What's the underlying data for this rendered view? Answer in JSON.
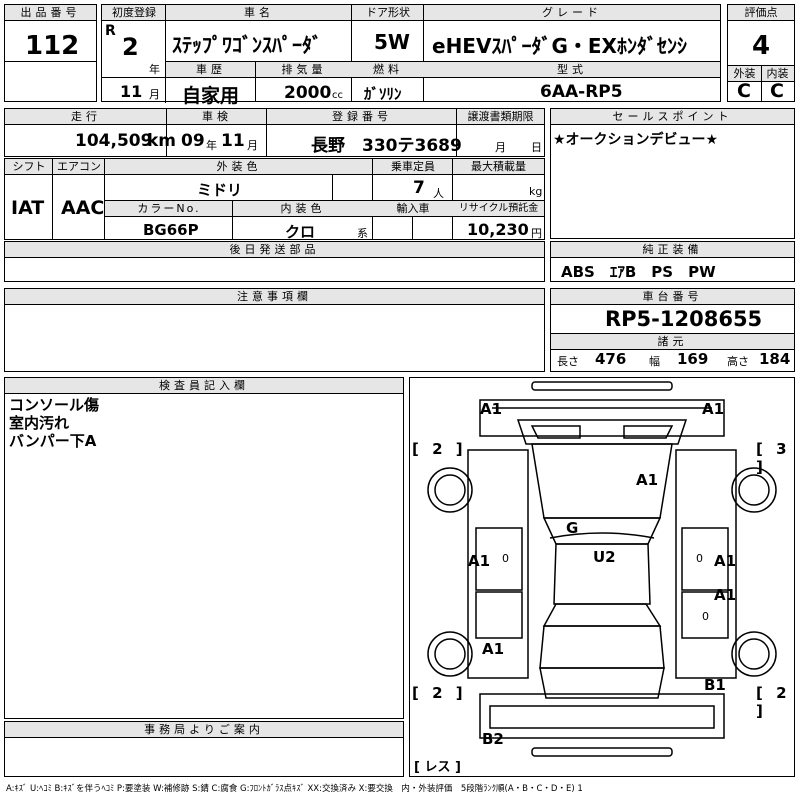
{
  "lot": {
    "label": "出品番号",
    "value": "112"
  },
  "first_reg": {
    "label": "初度登録",
    "era": "R",
    "year": "2",
    "year_unit": "年",
    "month": "11",
    "month_unit": "月"
  },
  "car_name": {
    "label": "車名",
    "value": "ｽﾃｯﾌﾟﾜｺﾞﾝｽﾊﾟｰﾀﾞ"
  },
  "door": {
    "label": "ドア形状",
    "value": "5W"
  },
  "grade": {
    "label": "グレード",
    "value": "eHEVｽﾊﾟｰﾀﾞG・EXﾎﾝﾀﾞｾﾝｼ"
  },
  "score": {
    "label": "評価点",
    "value": "4"
  },
  "history": {
    "label": "車歴",
    "value": "自家用"
  },
  "displacement": {
    "label": "排気量",
    "value": "2000",
    "unit": "cc"
  },
  "fuel": {
    "label": "燃料",
    "value": "ｶﾞｿﾘﾝ"
  },
  "model": {
    "label": "型式",
    "value": "6AA-RP5"
  },
  "exterior": {
    "label": "外装",
    "value": "C"
  },
  "interior": {
    "label": "内装",
    "value": "C"
  },
  "mileage": {
    "label": "走行",
    "value": "104,509",
    "unit": "km"
  },
  "inspection": {
    "label": "車検",
    "year": "09",
    "year_unit": "年",
    "month": "11",
    "month_unit": "月"
  },
  "registration": {
    "label": "登録番号",
    "value": "長野　330テ3689"
  },
  "transfer": {
    "label": "譲渡書類期限",
    "month_unit": "月",
    "day_unit": "日"
  },
  "sales_point": {
    "label": "セールスポイント",
    "value": "★オークションデビュー★"
  },
  "shift": {
    "label": "シフト",
    "value": "IAT"
  },
  "ac": {
    "label": "エアコン",
    "value": "AAC"
  },
  "ext_color": {
    "label": "外装色",
    "value": "ミドリ"
  },
  "capacity": {
    "label": "乗車定員",
    "value": "7",
    "unit": "人"
  },
  "max_load": {
    "label": "最大積載量",
    "unit": "kg"
  },
  "color_no": {
    "label": "カラーNo.",
    "value": "BG66P"
  },
  "int_color": {
    "label": "内装色",
    "value": "クロ",
    "unit": "系"
  },
  "import": {
    "label": "輸入車"
  },
  "recycle": {
    "label": "リサイクル預託金",
    "value": "10,230",
    "unit": "円"
  },
  "later_parts": {
    "label": "後日発送部品"
  },
  "equipment": {
    "label": "純正装備",
    "value": "ABS　ｴｱB　PS　PW"
  },
  "caution": {
    "label": "注意事項欄"
  },
  "chassis": {
    "label": "車台番号",
    "value": "RP5-1208655"
  },
  "specs": {
    "label": "諸元",
    "length_label": "長さ",
    "length": "476",
    "width_label": "幅",
    "width": "169",
    "height_label": "高さ",
    "height": "184"
  },
  "inspector": {
    "label": "検査員記入欄",
    "notes": [
      "コンソール傷",
      "室内汚れ",
      "バンパー下A"
    ]
  },
  "office": {
    "label": "事務局よりご案内"
  },
  "diagram": {
    "marks": {
      "front_left": "A1",
      "front_right": "A1",
      "hood": "A1",
      "windshield": "G",
      "roof": "U2",
      "left_front_door": "A1",
      "right_front_door": "A1",
      "right_rear_door": "A1",
      "left_rear": "A1",
      "right_rear_quarter": "B1",
      "rear_bumper": "B2"
    },
    "brackets": [
      "[ 2 ]",
      "[ 3 ]",
      "[ 2 ]",
      "[ 2 ]"
    ],
    "door_zero_left": "0",
    "door_zero_right": "0",
    "rear_zero_right": "0",
    "spare": "[ レス ]"
  },
  "legend": "A:ｷｽﾞ U:ﾍｺﾐ B:ｷｽﾞを伴うﾍｺﾐ P:要塗装 W:補修跡 S:錆 C:腐食 G:ﾌﾛﾝﾄｶﾞﾗｽ点ｷｽﾞ XX:交換済み X:要交換　内・外装評価　5段階ﾗﾝｸ順(A・B・C・D・E) 1"
}
